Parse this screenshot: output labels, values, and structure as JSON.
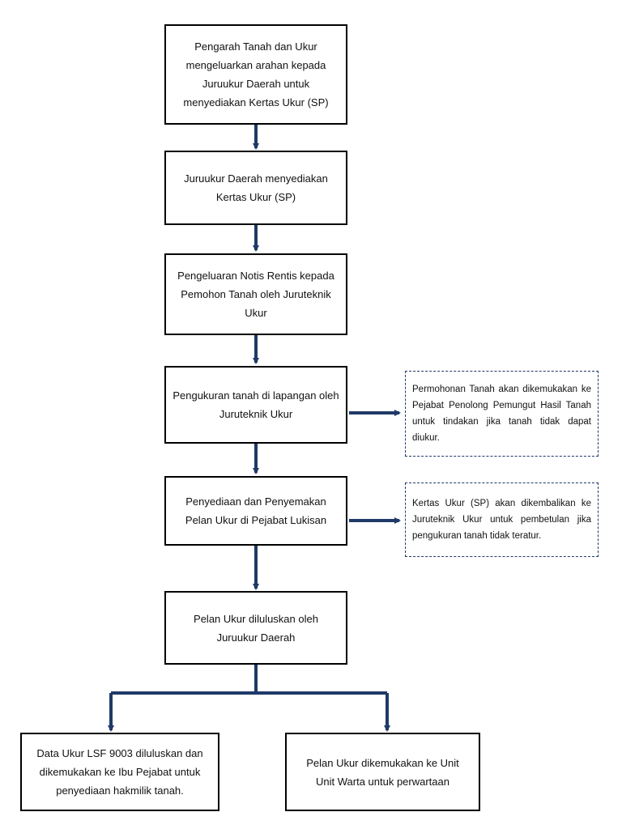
{
  "colors": {
    "arrow": "#1f3a68",
    "box_border": "#000000",
    "note_border": "#1f3a68"
  },
  "steps": [
    "Pengarah Tanah dan Ukur mengeluarkan arahan kepada Juruukur Daerah untuk menyediakan Kertas Ukur (SP)",
    "Juruukur Daerah menyediakan Kertas Ukur (SP)",
    "Pengeluaran Notis Rentis kepada Pemohon Tanah oleh Juruteknik Ukur",
    "Pengukuran tanah di lapangan oleh Juruteknik Ukur",
    "Penyediaan dan Penyemakan Pelan Ukur di Pejabat Lukisan",
    "Pelan Ukur diluluskan oleh Juruukur Daerah"
  ],
  "notes": [
    "Permohonan Tanah akan dikemukakan ke Pejabat Penolong Pemungut Hasil Tanah untuk tindakan jika tanah tidak dapat diukur.",
    "Kertas Ukur (SP) akan dikembalikan ke Juruteknik Ukur untuk pembetulan jika pengukuran tanah tidak teratur."
  ],
  "outcomes": [
    "Data Ukur LSF 9003 diluluskan dan dikemukakan ke Ibu Pejabat untuk penyediaan hakmilik tanah.",
    "Pelan Ukur dikemukakan ke Unit Unit Warta untuk perwartaan"
  ]
}
